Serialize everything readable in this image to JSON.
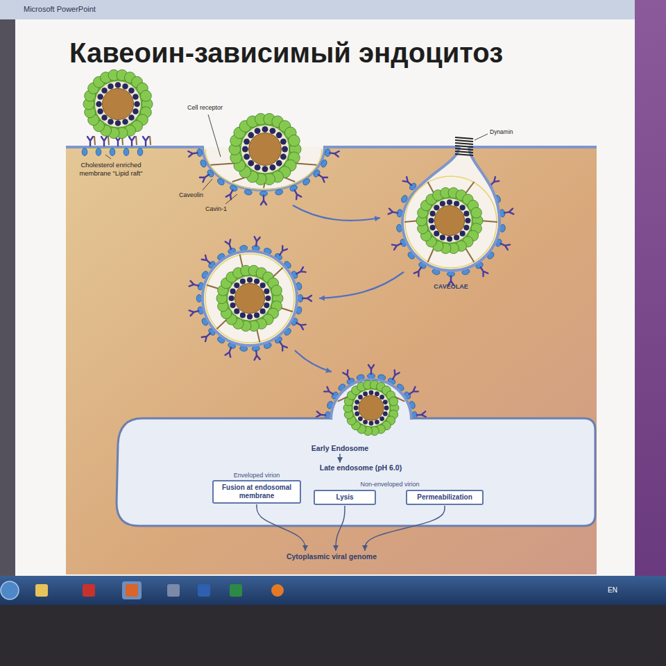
{
  "diagram": {
    "title": "Кавеоин-зависимый эндоцитоз",
    "nodes": [
      {
        "text": [
          "Early Endosome"
        ]
      },
      {
        "text": [
          "Late endosome (pH 6.0)"
        ]
      },
      {
        "text": [
          "Enveloped virion",
          "Fusion at endosomal membrane"
        ]
      },
      {
        "text": [
          "Lysis"
        ]
      },
      {
        "text": [
          "Permeabilization"
        ]
      },
      {
        "text": [
          "Cytoplasmic viral genome"
        ]
      }
    ],
    "edges": [
      {
        "from": 0,
        "to": 1,
        "arrow": "to"
      },
      {
        "from": 2,
        "to": 5,
        "arrow": "to"
      },
      {
        "from": 3,
        "to": 5,
        "arrow": "to"
      },
      {
        "from": 4,
        "to": 5,
        "arrow": "to"
      }
    ],
    "labels": [
      "Microsoft PowerPoint",
      "Cell receptor",
      "Cholesterol enriched membrane \"Lipid raft\"",
      "Caveolin",
      "Cavin-1",
      "Dynamin",
      "CAVEOLAE",
      "Non-enveloped virion",
      "EN"
    ]
  }
}
